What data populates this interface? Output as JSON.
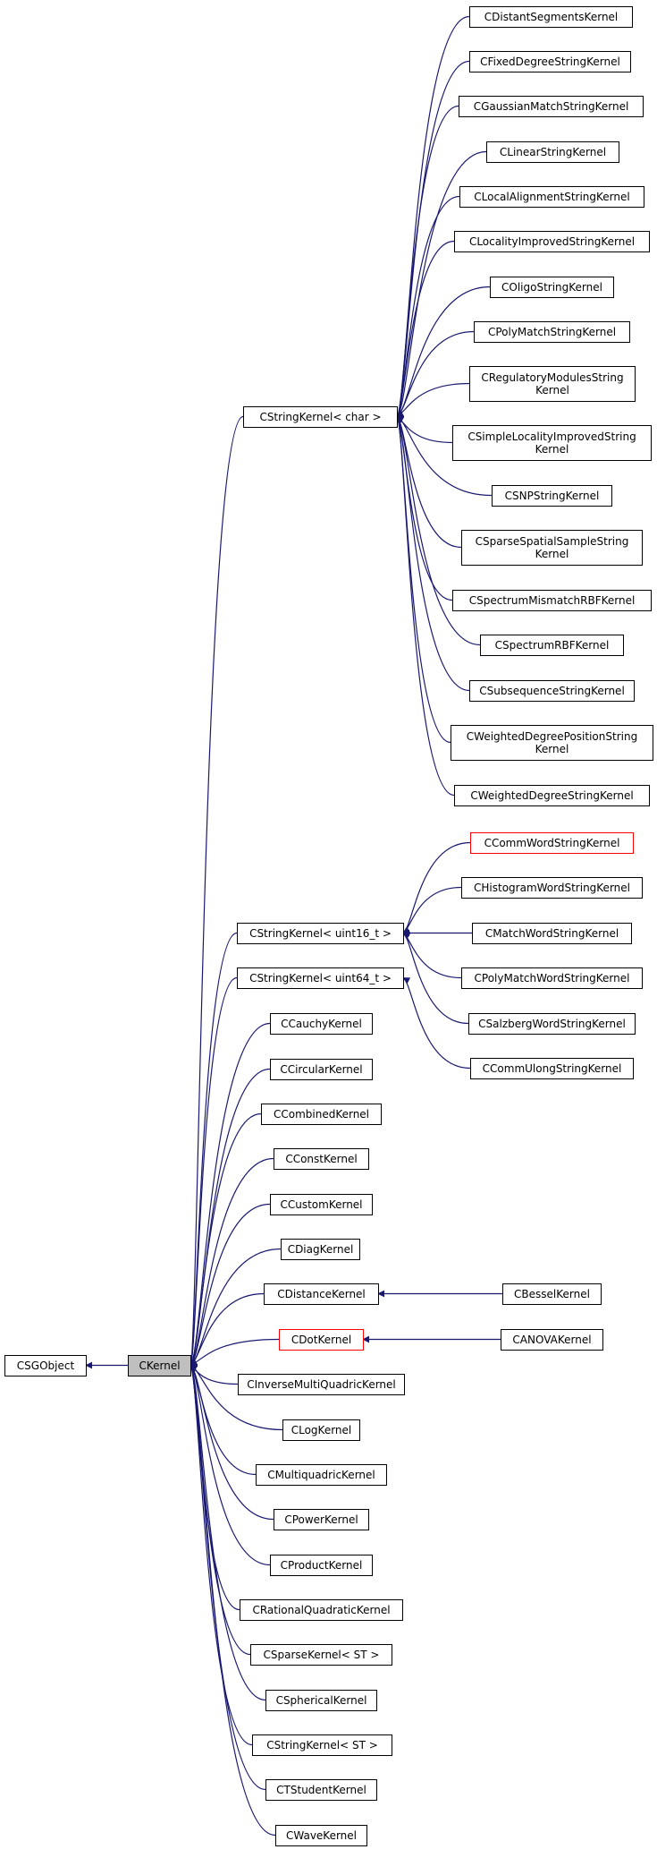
{
  "colors": {
    "edge": "#191970",
    "root_fill": "#bfbfbf",
    "red_border": "#ff0000"
  },
  "nodes": [
    {
      "id": "csg",
      "lines": [
        "CSGObject"
      ],
      "style": "normal"
    },
    {
      "id": "ck",
      "lines": [
        "CKernel"
      ],
      "style": "root"
    },
    {
      "id": "sk_char",
      "lines": [
        "CStringKernel< char >"
      ],
      "style": "normal"
    },
    {
      "id": "dseg",
      "lines": [
        "CDistantSegmentsKernel"
      ],
      "style": "normal"
    },
    {
      "id": "fixed",
      "lines": [
        "CFixedDegreeStringKernel"
      ],
      "style": "normal"
    },
    {
      "id": "gauss",
      "lines": [
        "CGaussianMatchStringKernel"
      ],
      "style": "normal"
    },
    {
      "id": "lin",
      "lines": [
        "CLinearStringKernel"
      ],
      "style": "normal"
    },
    {
      "id": "localal",
      "lines": [
        "CLocalAlignmentStringKernel"
      ],
      "style": "normal"
    },
    {
      "id": "locimp",
      "lines": [
        "CLocalityImprovedStringKernel"
      ],
      "style": "normal"
    },
    {
      "id": "oligo",
      "lines": [
        "COligoStringKernel"
      ],
      "style": "normal"
    },
    {
      "id": "polym",
      "lines": [
        "CPolyMatchStringKernel"
      ],
      "style": "normal"
    },
    {
      "id": "regmod",
      "lines": [
        "CRegulatoryModulesString",
        "Kernel"
      ],
      "style": "normal"
    },
    {
      "id": "simploc",
      "lines": [
        "CSimpleLocalityImprovedString",
        "Kernel"
      ],
      "style": "normal"
    },
    {
      "id": "snp",
      "lines": [
        "CSNPStringKernel"
      ],
      "style": "normal"
    },
    {
      "id": "sparsesp",
      "lines": [
        "CSparseSpatialSampleString",
        "Kernel"
      ],
      "style": "normal"
    },
    {
      "id": "specmis",
      "lines": [
        "CSpectrumMismatchRBFKernel"
      ],
      "style": "normal"
    },
    {
      "id": "specrbf",
      "lines": [
        "CSpectrumRBFKernel"
      ],
      "style": "normal"
    },
    {
      "id": "subseq",
      "lines": [
        "CSubsequenceStringKernel"
      ],
      "style": "normal"
    },
    {
      "id": "wdpos",
      "lines": [
        "CWeightedDegreePositionString",
        "Kernel"
      ],
      "style": "normal"
    },
    {
      "id": "wd",
      "lines": [
        "CWeightedDegreeStringKernel"
      ],
      "style": "normal"
    },
    {
      "id": "commword",
      "lines": [
        "CCommWordStringKernel"
      ],
      "style": "red"
    },
    {
      "id": "histo",
      "lines": [
        "CHistogramWordStringKernel"
      ],
      "style": "normal"
    },
    {
      "id": "sk16",
      "lines": [
        "CStringKernel< uint16_t >"
      ],
      "style": "normal"
    },
    {
      "id": "matchw",
      "lines": [
        "CMatchWordStringKernel"
      ],
      "style": "normal"
    },
    {
      "id": "sk64",
      "lines": [
        "CStringKernel< uint64_t >"
      ],
      "style": "normal"
    },
    {
      "id": "polymw",
      "lines": [
        "CPolyMatchWordStringKernel"
      ],
      "style": "normal"
    },
    {
      "id": "salz",
      "lines": [
        "CSalzbergWordStringKernel"
      ],
      "style": "normal"
    },
    {
      "id": "commulong",
      "lines": [
        "CCommUlongStringKernel"
      ],
      "style": "normal"
    },
    {
      "id": "cauchy",
      "lines": [
        "CCauchyKernel"
      ],
      "style": "normal"
    },
    {
      "id": "circ",
      "lines": [
        "CCircularKernel"
      ],
      "style": "normal"
    },
    {
      "id": "comb",
      "lines": [
        "CCombinedKernel"
      ],
      "style": "normal"
    },
    {
      "id": "const",
      "lines": [
        "CConstKernel"
      ],
      "style": "normal"
    },
    {
      "id": "custom",
      "lines": [
        "CCustomKernel"
      ],
      "style": "normal"
    },
    {
      "id": "diag",
      "lines": [
        "CDiagKernel"
      ],
      "style": "normal"
    },
    {
      "id": "dist",
      "lines": [
        "CDistanceKernel"
      ],
      "style": "normal"
    },
    {
      "id": "bessel",
      "lines": [
        "CBesselKernel"
      ],
      "style": "normal"
    },
    {
      "id": "dot",
      "lines": [
        "CDotKernel"
      ],
      "style": "red"
    },
    {
      "id": "anova",
      "lines": [
        "CANOVAKernel"
      ],
      "style": "normal"
    },
    {
      "id": "invmq",
      "lines": [
        "CInverseMultiQuadricKernel"
      ],
      "style": "normal"
    },
    {
      "id": "log",
      "lines": [
        "CLogKernel"
      ],
      "style": "normal"
    },
    {
      "id": "multiq",
      "lines": [
        "CMultiquadricKernel"
      ],
      "style": "normal"
    },
    {
      "id": "power",
      "lines": [
        "CPowerKernel"
      ],
      "style": "normal"
    },
    {
      "id": "prod",
      "lines": [
        "CProductKernel"
      ],
      "style": "normal"
    },
    {
      "id": "ratq",
      "lines": [
        "CRationalQuadraticKernel"
      ],
      "style": "normal"
    },
    {
      "id": "sparse",
      "lines": [
        "CSparseKernel< ST >"
      ],
      "style": "normal"
    },
    {
      "id": "spher",
      "lines": [
        "CSphericalKernel"
      ],
      "style": "normal"
    },
    {
      "id": "skst",
      "lines": [
        "CStringKernel< ST >"
      ],
      "style": "normal"
    },
    {
      "id": "tstud",
      "lines": [
        "CTStudentKernel"
      ],
      "style": "normal"
    },
    {
      "id": "wave",
      "lines": [
        "CWaveKernel"
      ],
      "style": "normal"
    }
  ],
  "edges": [
    {
      "from": "ck",
      "to": "csg"
    },
    {
      "from": "sk_char",
      "to": "ck"
    },
    {
      "from": "sk16",
      "to": "ck"
    },
    {
      "from": "sk64",
      "to": "ck"
    },
    {
      "from": "cauchy",
      "to": "ck"
    },
    {
      "from": "circ",
      "to": "ck"
    },
    {
      "from": "comb",
      "to": "ck"
    },
    {
      "from": "const",
      "to": "ck"
    },
    {
      "from": "custom",
      "to": "ck"
    },
    {
      "from": "diag",
      "to": "ck"
    },
    {
      "from": "dist",
      "to": "ck"
    },
    {
      "from": "dot",
      "to": "ck"
    },
    {
      "from": "invmq",
      "to": "ck"
    },
    {
      "from": "log",
      "to": "ck"
    },
    {
      "from": "multiq",
      "to": "ck"
    },
    {
      "from": "power",
      "to": "ck"
    },
    {
      "from": "prod",
      "to": "ck"
    },
    {
      "from": "ratq",
      "to": "ck"
    },
    {
      "from": "sparse",
      "to": "ck"
    },
    {
      "from": "spher",
      "to": "ck"
    },
    {
      "from": "skst",
      "to": "ck"
    },
    {
      "from": "tstud",
      "to": "ck"
    },
    {
      "from": "wave",
      "to": "ck"
    },
    {
      "from": "dseg",
      "to": "sk_char"
    },
    {
      "from": "fixed",
      "to": "sk_char"
    },
    {
      "from": "gauss",
      "to": "sk_char"
    },
    {
      "from": "lin",
      "to": "sk_char"
    },
    {
      "from": "localal",
      "to": "sk_char"
    },
    {
      "from": "locimp",
      "to": "sk_char"
    },
    {
      "from": "oligo",
      "to": "sk_char"
    },
    {
      "from": "polym",
      "to": "sk_char"
    },
    {
      "from": "regmod",
      "to": "sk_char"
    },
    {
      "from": "simploc",
      "to": "sk_char"
    },
    {
      "from": "snp",
      "to": "sk_char"
    },
    {
      "from": "sparsesp",
      "to": "sk_char"
    },
    {
      "from": "specmis",
      "to": "sk_char"
    },
    {
      "from": "specrbf",
      "to": "sk_char"
    },
    {
      "from": "subseq",
      "to": "sk_char"
    },
    {
      "from": "wdpos",
      "to": "sk_char"
    },
    {
      "from": "wd",
      "to": "sk_char"
    },
    {
      "from": "commword",
      "to": "sk16"
    },
    {
      "from": "histo",
      "to": "sk16"
    },
    {
      "from": "matchw",
      "to": "sk16"
    },
    {
      "from": "polymw",
      "to": "sk16"
    },
    {
      "from": "salz",
      "to": "sk16"
    },
    {
      "from": "commulong",
      "to": "sk64"
    },
    {
      "from": "bessel",
      "to": "dist"
    },
    {
      "from": "anova",
      "to": "dot"
    }
  ]
}
